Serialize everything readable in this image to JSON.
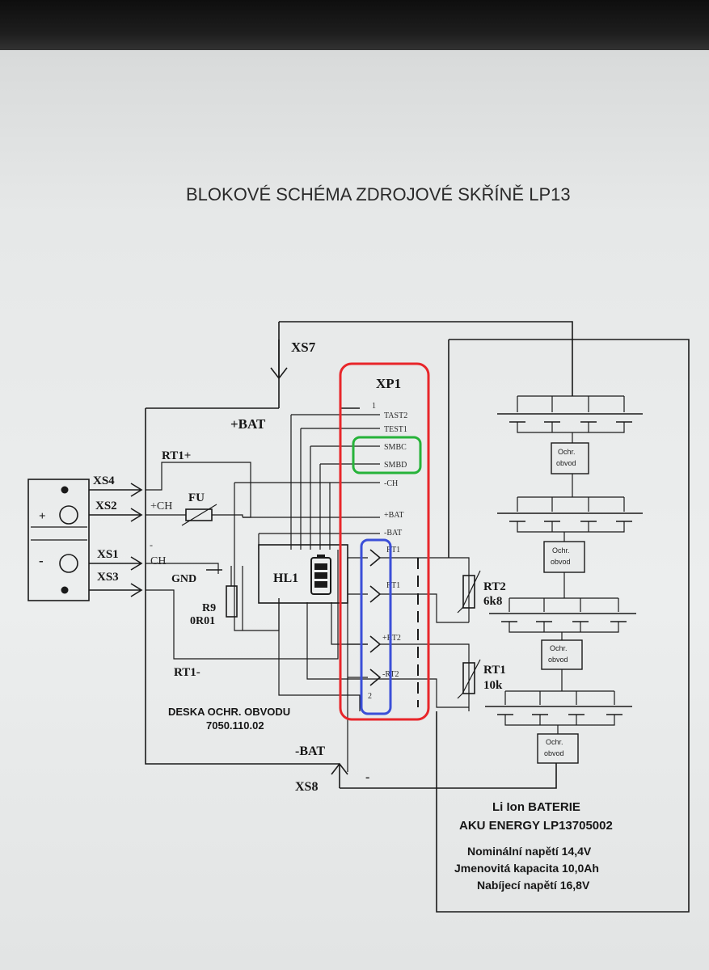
{
  "title": "BLOKOVÉ SCHÉMA ZDROJOVÉ SKŘÍNĚ LP13",
  "connectors": {
    "xs7": "XS7",
    "xs8": "XS8",
    "xs4": "XS4",
    "xs2": "XS2",
    "xs1": "XS1",
    "xs3": "XS3"
  },
  "board_labels": {
    "plus_bat": "+BAT",
    "minus_bat": "-BAT",
    "rt1_plus": "RT1+",
    "rt1_minus": "RT1-",
    "plus_ch": "+CH",
    "minus_ch": "CH",
    "minus_mark": "-",
    "fu": "FU",
    "gnd": "GND",
    "r9": "R9",
    "r9_value": "0R01",
    "hl1": "HL1",
    "board_name": "DESKA OCHR. OBVODU",
    "board_number": "7050.110.02"
  },
  "terminal_signs": {
    "plus": "+",
    "minus": "-"
  },
  "xp1": {
    "label": "XP1",
    "pin_first": "1",
    "pin_last": "2",
    "pins": [
      "TAST2",
      "TEST1",
      "SMBC",
      "SMBD",
      "-CH",
      "+BAT",
      "-BAT",
      "RT1",
      "RT1",
      "+RT2",
      "-RT2"
    ]
  },
  "thermistors": {
    "rt2": "RT2",
    "rt2_value": "6k8",
    "rt1": "RT1",
    "rt1_value": "10k"
  },
  "cells": {
    "protection_line1": "Ochr.",
    "protection_line2": "obvod"
  },
  "battery": {
    "line1": "Li Ion BATERIE",
    "line2": "AKU ENERGY LP13705002",
    "spec1": "Nominální napětí 14,4V",
    "spec2": "Jmenovitá kapacita 10,0Ah",
    "spec3": "Nabíjecí napětí 16,8V"
  },
  "minus_sign": "-",
  "highlight_colors": {
    "red": "#e8262a",
    "green": "#27b33a",
    "blue": "#3b4fd8"
  }
}
